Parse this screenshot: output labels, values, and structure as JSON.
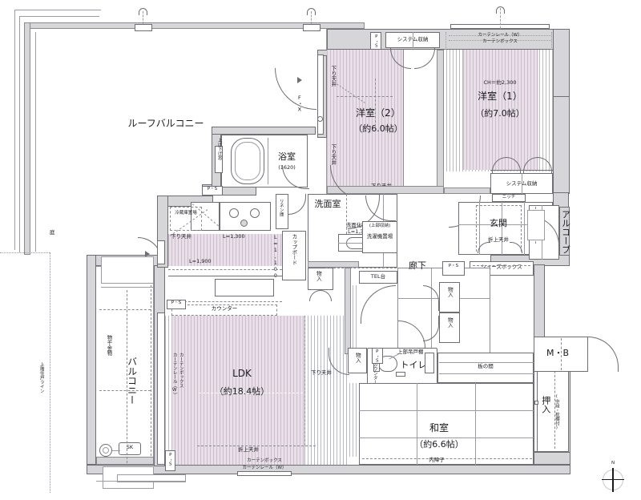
{
  "plan": {
    "type": "japanese-apartment-floorplan",
    "compass": {
      "label": "N",
      "name": "north-arrow"
    },
    "rooms": [
      {
        "id": "roof-balcony",
        "name": "ルーフバルコニー"
      },
      {
        "id": "balcony",
        "name": "バルコニー"
      },
      {
        "id": "ldk",
        "name": "LDK",
        "size": "（約18.4帖）"
      },
      {
        "id": "washitsu",
        "name": "和室",
        "size": "（約6.6帖）"
      },
      {
        "id": "yoshitsu1",
        "name": "洋室（1）",
        "size": "（約7.0帖）",
        "ceiling": "CH＝約2,300"
      },
      {
        "id": "yoshitsu2",
        "name": "洋室（2）",
        "size": "（約6.0帖）"
      },
      {
        "id": "bath",
        "name": "浴室",
        "size": "(1620)"
      },
      {
        "id": "senmen",
        "name": "洗面室"
      },
      {
        "id": "toilet",
        "name": "トイレ"
      },
      {
        "id": "genkan",
        "name": "玄関"
      },
      {
        "id": "rouka",
        "name": "廊下"
      },
      {
        "id": "alcove",
        "name": "アルコーブ"
      },
      {
        "id": "mb",
        "name": "M・B"
      },
      {
        "id": "oshiire",
        "name": "押入",
        "note": "(中段・枕棚付)"
      },
      {
        "id": "itanoma",
        "name": "板の間"
      },
      {
        "id": "niwa",
        "name": "庭"
      }
    ],
    "labels": {
      "system_storage_top": "システム収納",
      "system_storage_right": "システム収納",
      "curtain_rail_w_top": "カーテンレール（W）",
      "curtain_box_top": "カーテンボックス",
      "curtain_box_ldk": "カーテンボックス",
      "curtain_rail_ldk": "カーテンレール（W）",
      "curtain_box_v": "カーテンボックス",
      "curtain_rail_v": "カーテンレール（W）",
      "ps": "P・S",
      "ps2": "P・S",
      "ps3": "P・S",
      "ps4": "P・S",
      "ps5": "P・S",
      "ps6": "P・S",
      "sagari_tenjo": "下り天井",
      "oriage_tenjo": "折上天井",
      "fix": "F・X",
      "fix2": "F・X",
      "age_sage_mado": "上げ下げ窓",
      "reizouko": "冷蔵庫置場",
      "linen": "リネン庫",
      "cupboard": "カップボード",
      "counter": "カウンター",
      "monoire": "物入",
      "senmen_kesho": "洗面化粧台",
      "senmen_kesho_len": "L=1,300",
      "sentakuki": "洗濯機置場",
      "sentakuki_note": "(上部収納)",
      "tel": "TEL台",
      "shoes_box": "シューズボックス",
      "niche": "ニッチ",
      "oriage_genkan": "折上天井",
      "kitchen_len1": "L=1,300",
      "kitchen_len2": "L=1,900",
      "kitchen_len3": "L=1,100",
      "counter_toilet": "カウンター",
      "joubu_tsuridana": "上部吊戸棚",
      "uchi_shoji": "内障子",
      "monohoshi": "物干金物",
      "sk": "SK",
      "upper_line": "上階住戸ライン"
    },
    "colors": {
      "wall": "#d6d6d8",
      "outline": "#6e6e74",
      "hatch_room": "#e8dfe8",
      "hatch_line": "#cbbfcc",
      "text": "#1b1b1f",
      "background": "#ffffff"
    }
  }
}
